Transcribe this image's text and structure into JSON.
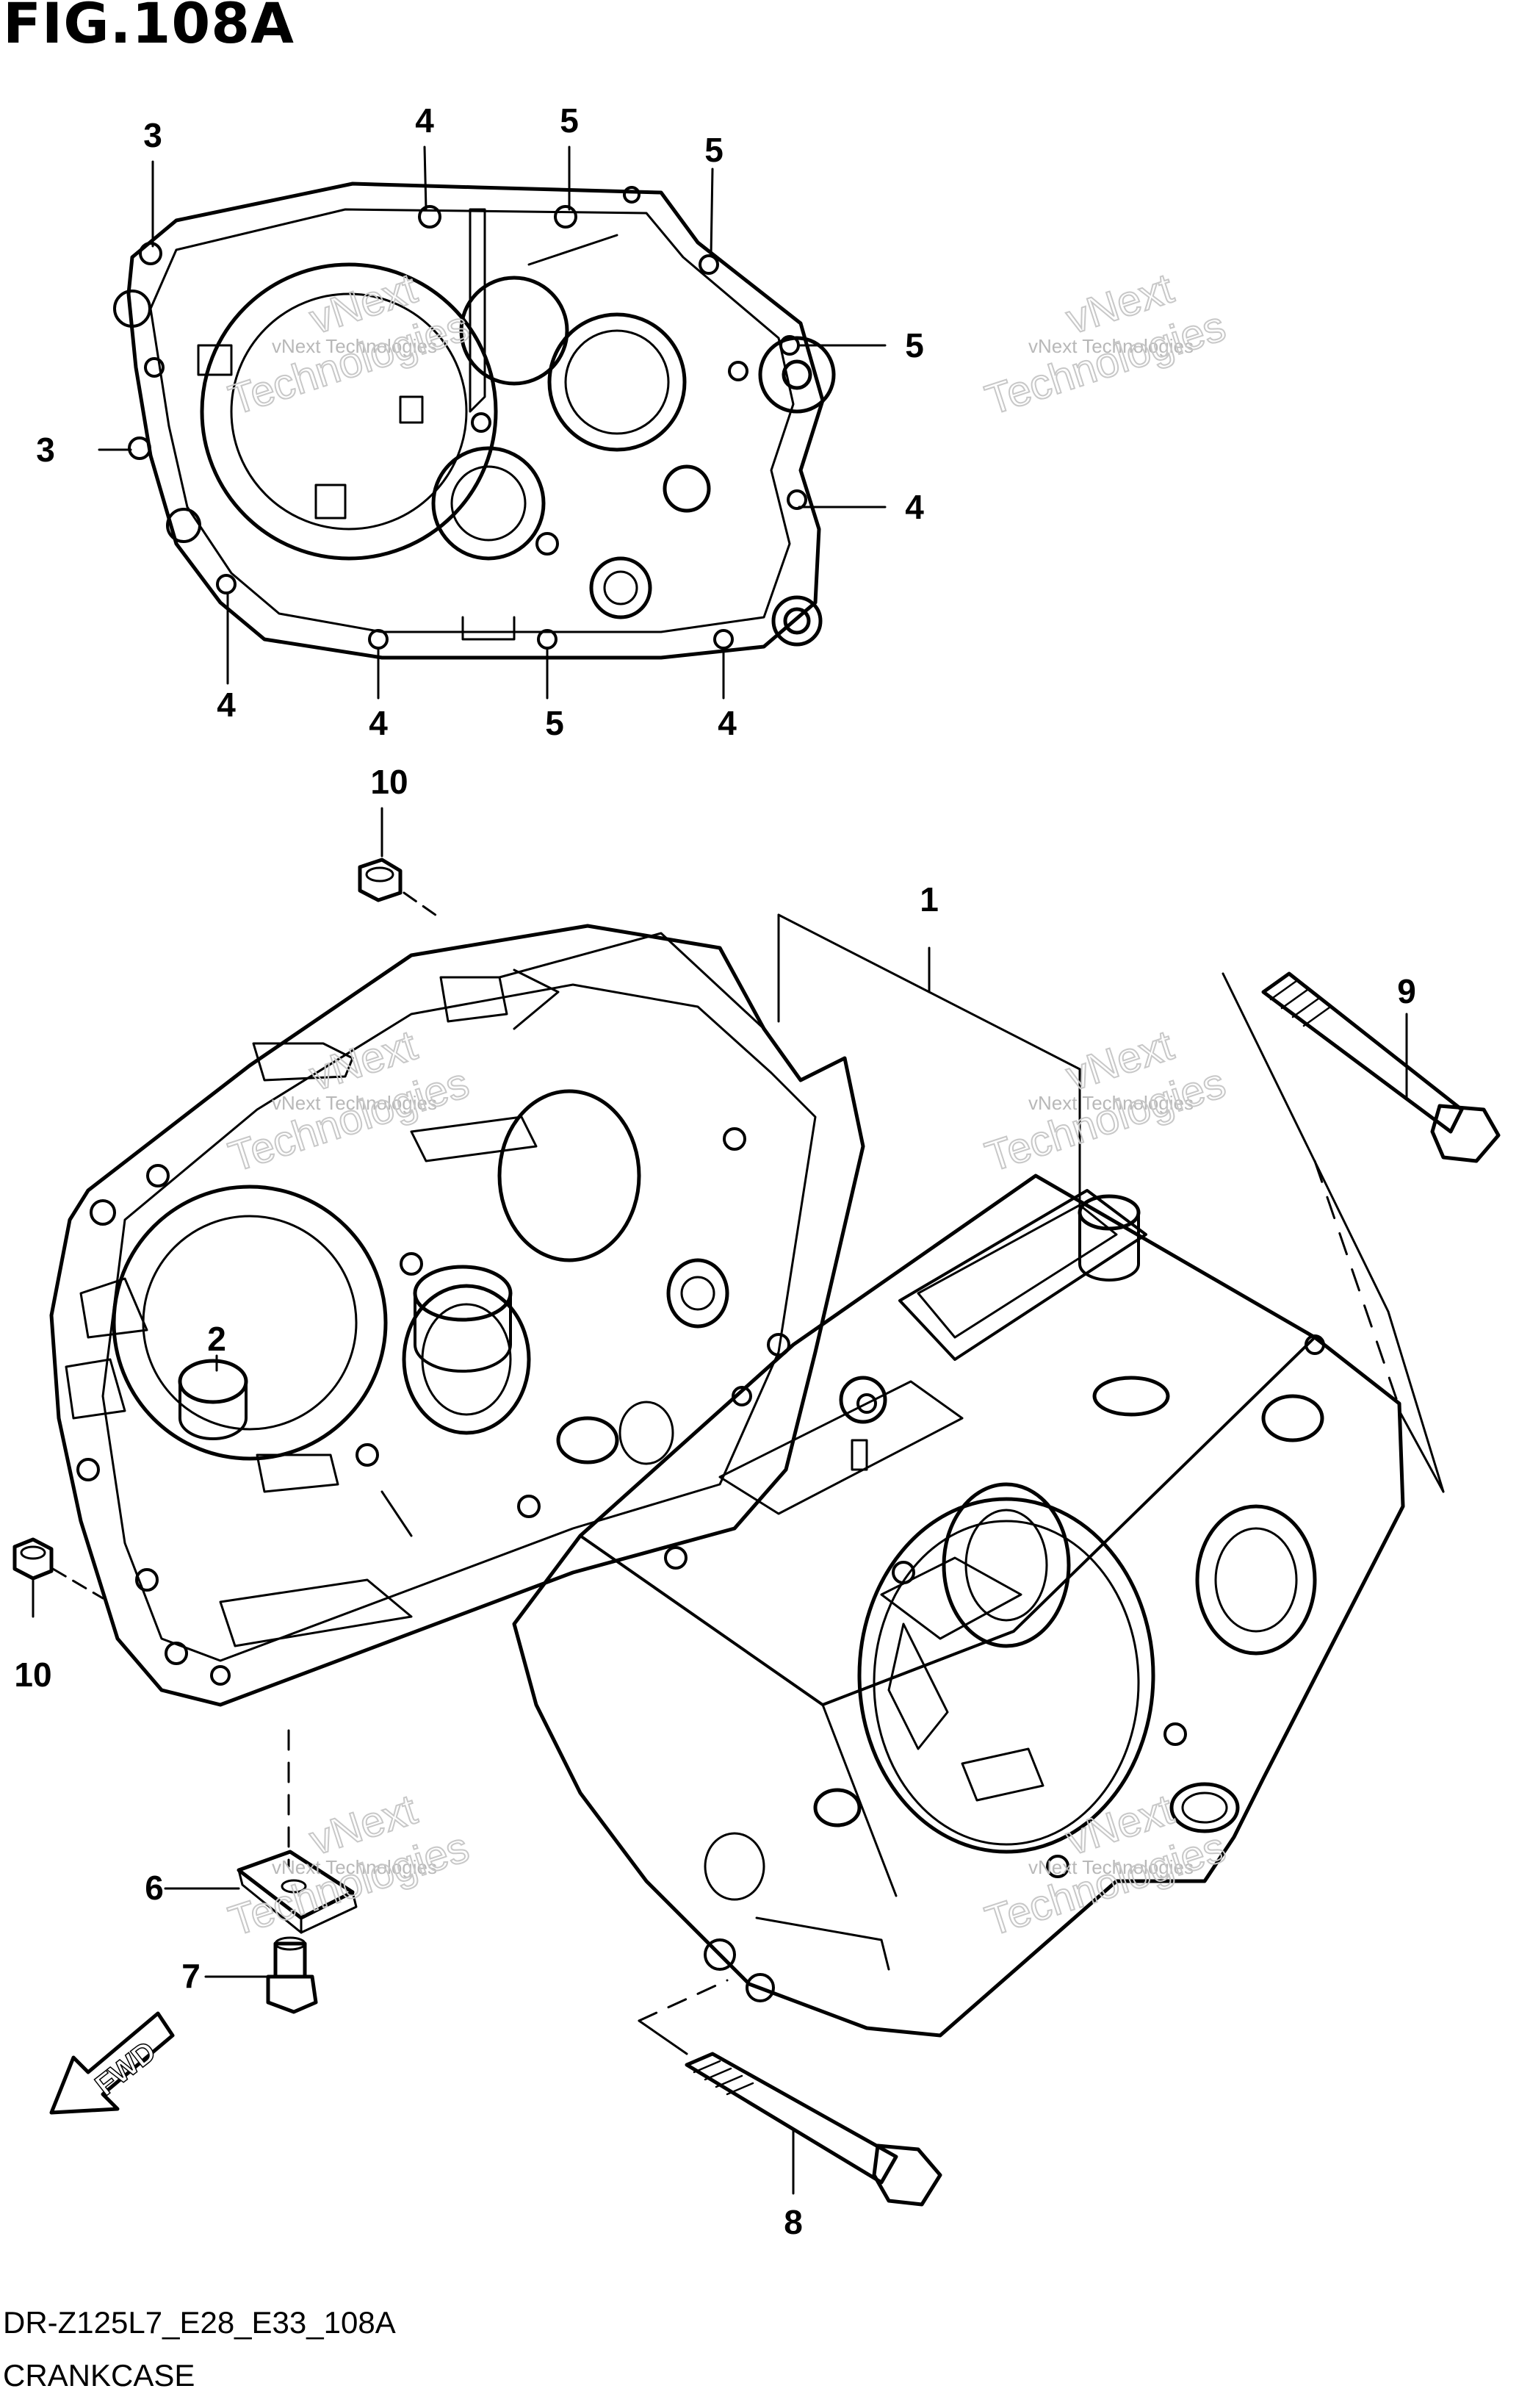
{
  "figure": {
    "title": "FIG.108A",
    "code": "DR-Z125L7_E28_E33_108A",
    "name": "CRANKCASE"
  },
  "watermark": {
    "line1": "vNext Technologies",
    "line2": "vNext",
    "line3": "Technologies"
  },
  "fwd_label": "FWD",
  "callouts": [
    {
      "id": "c3a",
      "label": "3"
    },
    {
      "id": "c4a",
      "label": "4"
    },
    {
      "id": "c5a",
      "label": "5"
    },
    {
      "id": "c5b",
      "label": "5"
    },
    {
      "id": "c5c",
      "label": "5"
    },
    {
      "id": "c3b",
      "label": "3"
    },
    {
      "id": "c4b",
      "label": "4"
    },
    {
      "id": "c4c",
      "label": "4"
    },
    {
      "id": "c4d",
      "label": "4"
    },
    {
      "id": "c5d",
      "label": "5"
    },
    {
      "id": "c4e",
      "label": "4"
    },
    {
      "id": "c10a",
      "label": "10"
    },
    {
      "id": "c1",
      "label": "1"
    },
    {
      "id": "c9",
      "label": "9"
    },
    {
      "id": "c2",
      "label": "2"
    },
    {
      "id": "c10b",
      "label": "10"
    },
    {
      "id": "c6",
      "label": "6"
    },
    {
      "id": "c7",
      "label": "7"
    },
    {
      "id": "c8",
      "label": "8"
    }
  ],
  "colors": {
    "line": "#000000",
    "background": "#ffffff",
    "watermark": "#b8b8b8"
  }
}
